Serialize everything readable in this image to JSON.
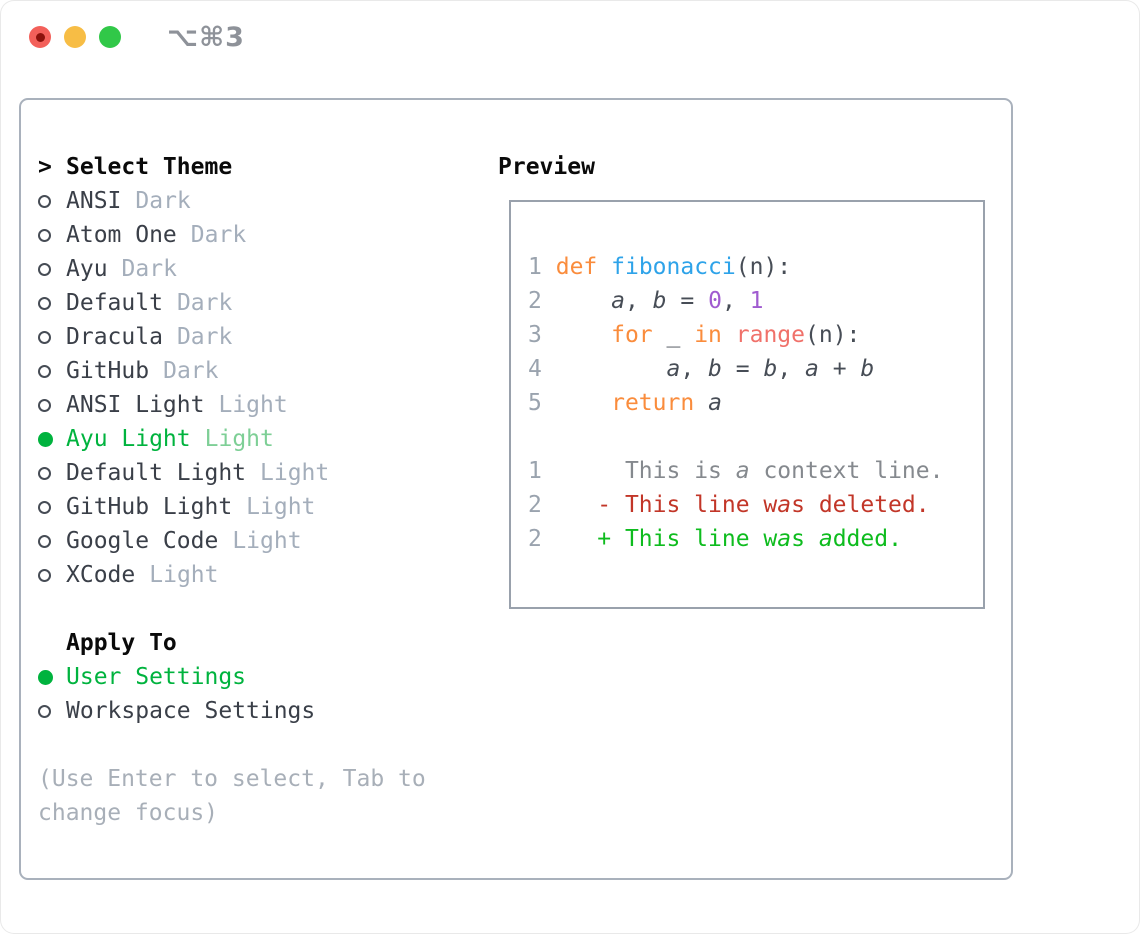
{
  "titlebar": {
    "title": "⌥⌘3"
  },
  "theme_panel": {
    "header_prefix": ">",
    "header": "Select Theme",
    "items": [
      {
        "name": "ANSI",
        "variant": "Dark",
        "selected": false
      },
      {
        "name": "Atom One",
        "variant": "Dark",
        "selected": false
      },
      {
        "name": "Ayu",
        "variant": "Dark",
        "selected": false
      },
      {
        "name": "Default",
        "variant": "Dark",
        "selected": false
      },
      {
        "name": "Dracula",
        "variant": "Dark",
        "selected": false
      },
      {
        "name": "GitHub",
        "variant": "Dark",
        "selected": false
      },
      {
        "name": "ANSI Light",
        "variant": "Light",
        "selected": false
      },
      {
        "name": "Ayu Light",
        "variant": "Light",
        "selected": true
      },
      {
        "name": "Default Light",
        "variant": "Light",
        "selected": false
      },
      {
        "name": "GitHub Light",
        "variant": "Light",
        "selected": false
      },
      {
        "name": "Google Code",
        "variant": "Light",
        "selected": false
      },
      {
        "name": "XCode",
        "variant": "Light",
        "selected": false
      }
    ]
  },
  "apply_panel": {
    "header": "Apply To",
    "options": [
      {
        "name": "User Settings",
        "selected": true
      },
      {
        "name": "Workspace Settings",
        "selected": false
      }
    ]
  },
  "hint": "(Use Enter to select, Tab to change focus)",
  "preview": {
    "header": "Preview",
    "lines": [
      [
        {
          "t": "1",
          "c": "num"
        },
        {
          "t": " "
        },
        {
          "t": "def",
          "c": "kw"
        },
        {
          "t": " "
        },
        {
          "t": "fibonacci",
          "c": "fn"
        },
        {
          "t": "(n):"
        }
      ],
      [
        {
          "t": "2",
          "c": "num"
        },
        {
          "t": "     "
        },
        {
          "t": "a",
          "i": true
        },
        {
          "t": ", "
        },
        {
          "t": "b",
          "i": true
        },
        {
          "t": " = "
        },
        {
          "t": "0",
          "c": "const"
        },
        {
          "t": ", "
        },
        {
          "t": "1",
          "c": "const"
        }
      ],
      [
        {
          "t": "3",
          "c": "num"
        },
        {
          "t": "     "
        },
        {
          "t": "for",
          "c": "kw"
        },
        {
          "t": " _ "
        },
        {
          "t": "in",
          "c": "kw"
        },
        {
          "t": " "
        },
        {
          "t": "range",
          "c": "call"
        },
        {
          "t": "(n):"
        }
      ],
      [
        {
          "t": "4",
          "c": "num"
        },
        {
          "t": "         "
        },
        {
          "t": "a",
          "i": true
        },
        {
          "t": ", "
        },
        {
          "t": "b",
          "i": true
        },
        {
          "t": " = "
        },
        {
          "t": "b",
          "i": true
        },
        {
          "t": ", "
        },
        {
          "t": "a",
          "i": true
        },
        {
          "t": " + "
        },
        {
          "t": "b",
          "i": true
        }
      ],
      [
        {
          "t": "5",
          "c": "num"
        },
        {
          "t": "     "
        },
        {
          "t": "return",
          "c": "kw"
        },
        {
          "t": " "
        },
        {
          "t": "a",
          "i": true
        }
      ],
      [],
      [
        {
          "t": "1",
          "c": "num"
        },
        {
          "t": "      "
        },
        {
          "t": "This is ",
          "c": "ctx"
        },
        {
          "t": "a",
          "c": "ctx",
          "i": true
        },
        {
          "t": " context line.",
          "c": "ctx"
        }
      ],
      [
        {
          "t": "2",
          "c": "num"
        },
        {
          "t": "    "
        },
        {
          "t": "- This line w",
          "c": "del"
        },
        {
          "t": "a",
          "c": "del",
          "i": true
        },
        {
          "t": "s deleted.",
          "c": "del"
        }
      ],
      [
        {
          "t": "2",
          "c": "num"
        },
        {
          "t": "    "
        },
        {
          "t": "+ This line w",
          "c": "add"
        },
        {
          "t": "a",
          "c": "add",
          "i": true
        },
        {
          "t": "s ",
          "c": "add"
        },
        {
          "t": "a",
          "c": "add",
          "i": true
        },
        {
          "t": "dded.",
          "c": "add"
        }
      ]
    ]
  },
  "colors": {
    "traffic_red": "#f3605a",
    "traffic_red_dot": "#8c120c",
    "traffic_yellow": "#f7bd45",
    "traffic_green": "#31c848",
    "title": "#8e9299",
    "border_outer": "#a9b1bc",
    "border_preview": "#99a1ac",
    "header": "#0a0a0a",
    "item": "#3a3f48",
    "variant": "#a4aebb",
    "green": "#00b33e",
    "green_light": "#7ecf96",
    "hint": "#a8afb8",
    "txt": "#474d56",
    "num": "#9aa3ae",
    "kw": "#fa8c3c",
    "fn": "#2ea3e9",
    "const": "#a05bd0",
    "call": "#f0716a",
    "ctx": "#85898e",
    "del": "#c23628",
    "add": "#0ebc1e"
  }
}
